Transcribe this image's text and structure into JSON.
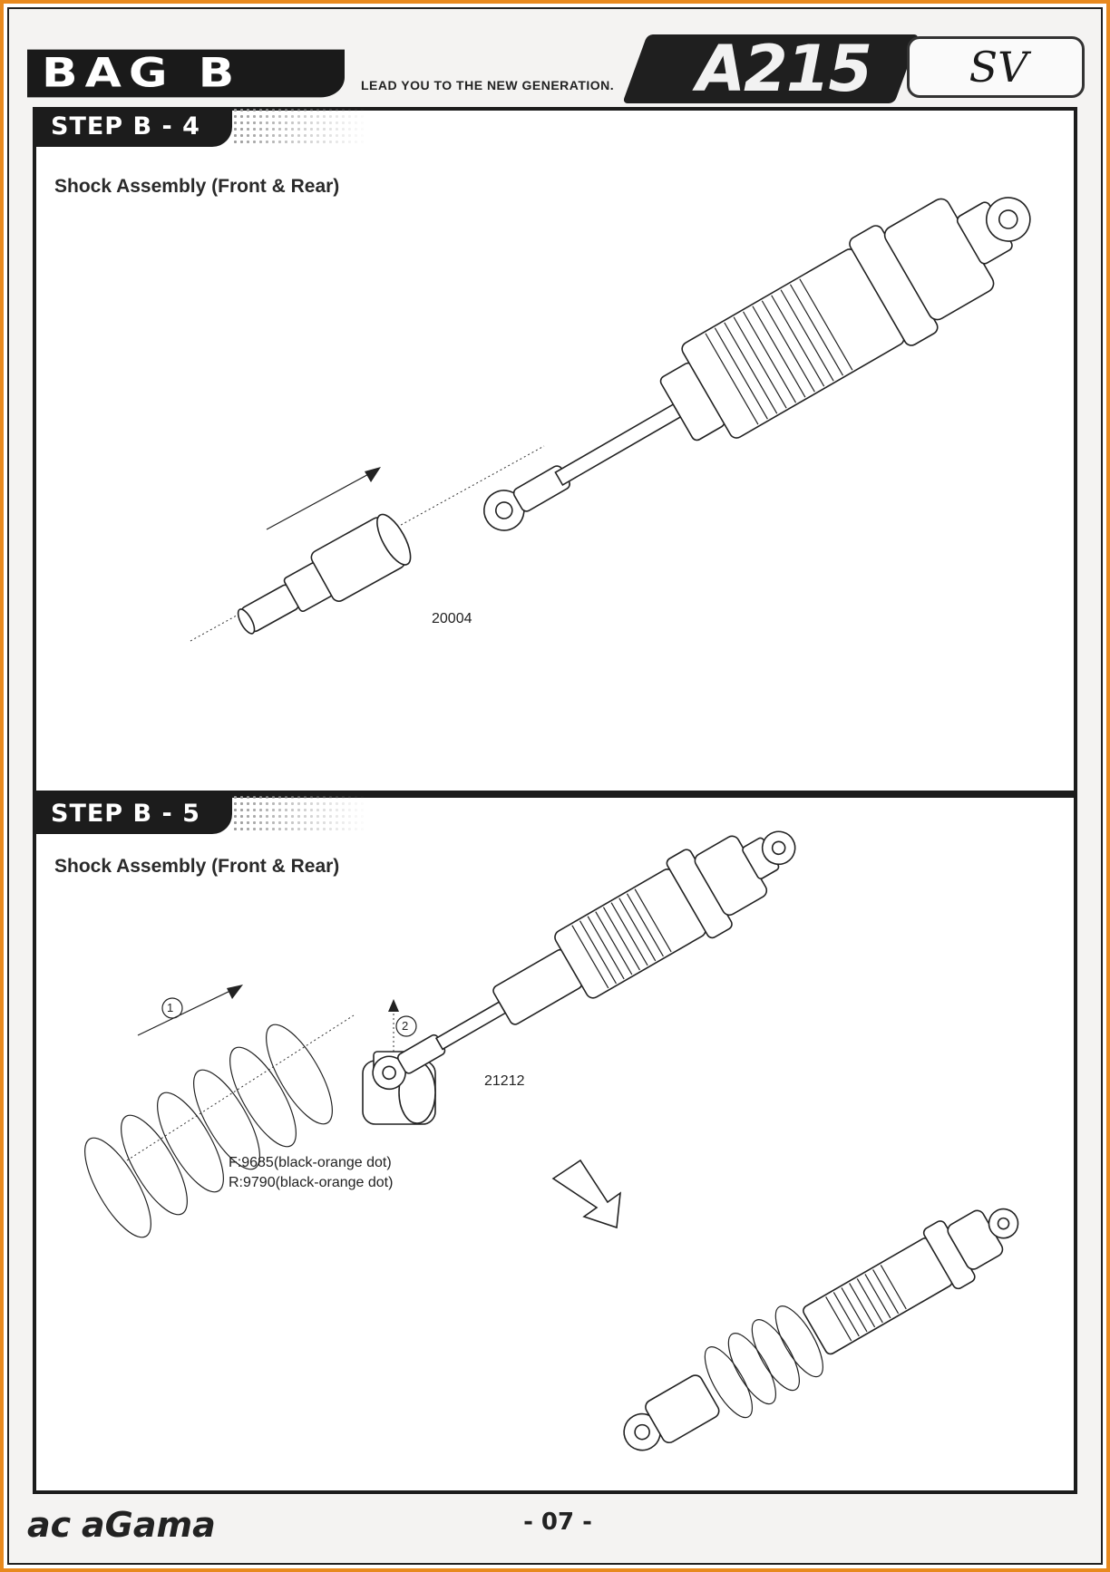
{
  "header": {
    "bag_title": "BAG B",
    "tagline": "LEAD YOU TO THE NEW GENERATION.",
    "model": "A215",
    "model_suffix": "SV"
  },
  "steps": [
    {
      "label": "STEP B - 4",
      "heading": "Shock Assembly (Front & Rear)",
      "parts": [
        "20004"
      ]
    },
    {
      "label": "STEP B - 5",
      "heading": "Shock Assembly (Front & Rear)",
      "parts": [
        "21212"
      ],
      "callouts": [
        "1",
        "2"
      ],
      "spring_notes": [
        "F:9685(black-orange dot)",
        "R:9790(black-orange dot)"
      ]
    }
  ],
  "footer": {
    "brand": "aGama",
    "page_number": "- 07 -"
  },
  "colors": {
    "border": "#e8891e",
    "header_dark": "#1a1a1a"
  }
}
